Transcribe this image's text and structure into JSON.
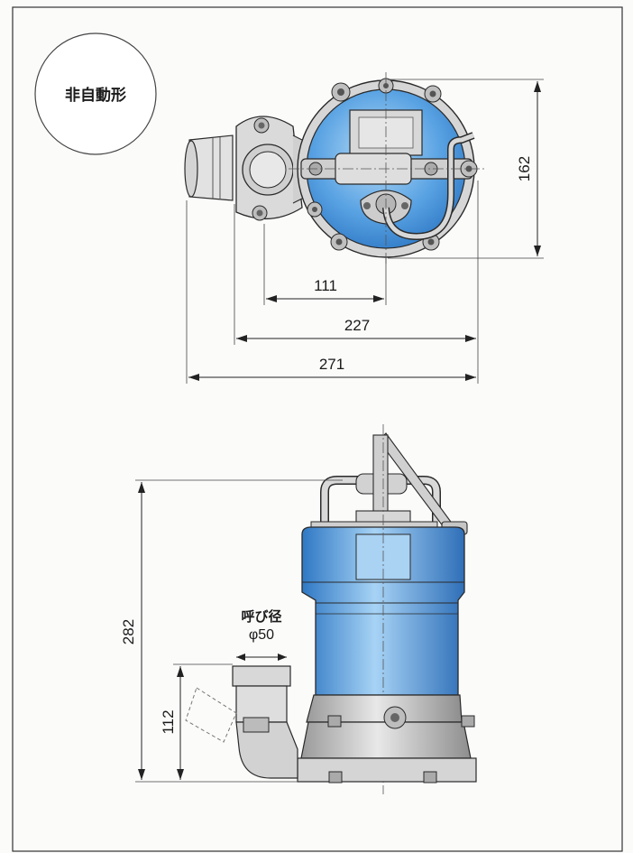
{
  "badge": {
    "label": "非自動形"
  },
  "top_view": {
    "dimensions": {
      "height": "162",
      "inner": "111",
      "mid": "227",
      "overall": "271"
    }
  },
  "side_view": {
    "dimensions": {
      "height": "282",
      "outlet_height": "112"
    },
    "note": {
      "label": "呼び径",
      "value": "φ50"
    }
  },
  "colors": {
    "pump_blue": "#3f8fd8",
    "pump_blue_light": "#9ccbf2",
    "metal_grey": "#cfcfcf",
    "outline": "#2a2a2a"
  }
}
